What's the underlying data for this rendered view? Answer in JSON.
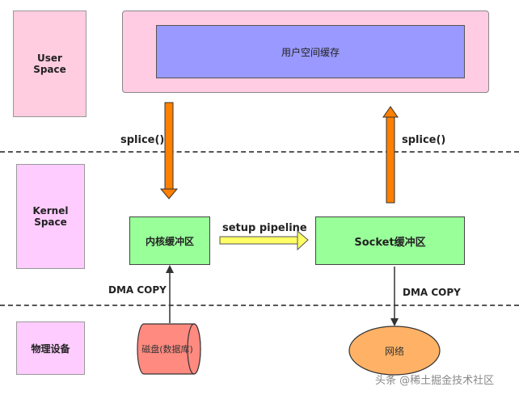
{
  "layers": {
    "user": "User\nSpace",
    "kernel": "Kernel\nSpace",
    "physical": "物理设备"
  },
  "nodes": {
    "user_buffer": "用户空间缓存",
    "kernel_buffer": "内核缓冲区",
    "socket_buffer": "Socket缓冲区",
    "disk": "磁盘(数据库)",
    "network": "网络"
  },
  "edges": {
    "splice_down": "splice()",
    "splice_up": "splice()",
    "pipeline": "setup pipeline",
    "dma_left": "DMA COPY",
    "dma_right": "DMA COPY"
  },
  "watermark": "头条 @稀土掘金技术社区",
  "colors": {
    "layer_pink": "#ffcce0",
    "layer_violet": "#ffccff",
    "user_panel": "#ffcce3",
    "user_inner": "#9999ff",
    "green": "#99ff99",
    "orange_arrow": "#ff7f00",
    "yellow_arrow": "#ffff66",
    "disk": "#ff8a80",
    "network": "#ffb266"
  }
}
